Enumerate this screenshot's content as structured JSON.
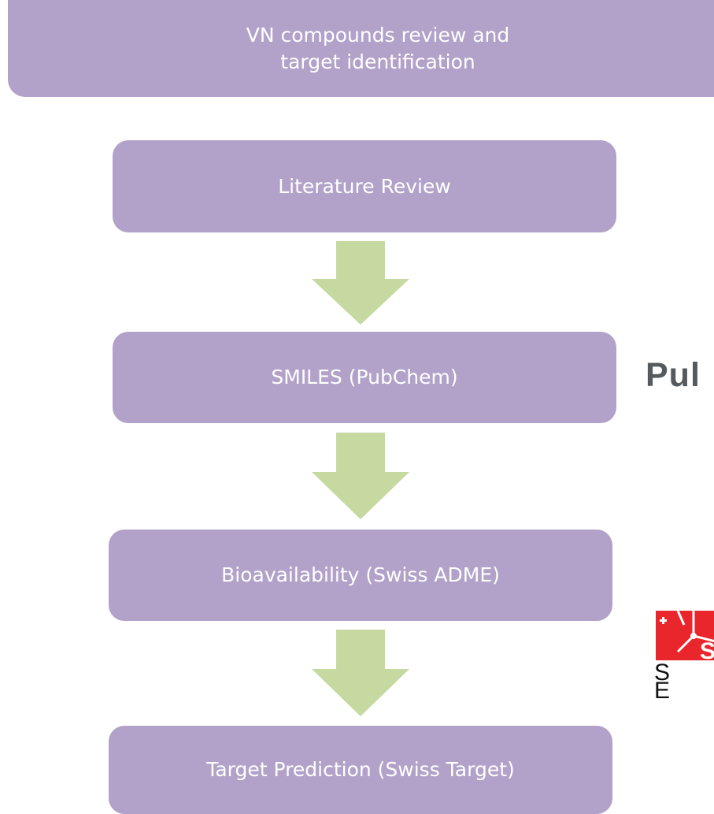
{
  "header": {
    "line1": "VN compounds review and",
    "line2": "target identification"
  },
  "steps": [
    {
      "label": "Literature Review"
    },
    {
      "label": "SMILES (PubChem)"
    },
    {
      "label": "Bioavailability (Swiss ADME)"
    },
    {
      "label": "Target Prediction (Swiss Target)"
    }
  ],
  "logos": {
    "pubchem_text": "Pul",
    "sib_mark_letter": "S",
    "sib_line1": "S",
    "sib_line2": "E"
  },
  "colors": {
    "box_fill": "#b2a2c9",
    "box_text": "#ffffff",
    "arrow_fill": "#c6d9a0",
    "pubchem_text": "#555a5e",
    "sib_red": "#e8262b"
  }
}
